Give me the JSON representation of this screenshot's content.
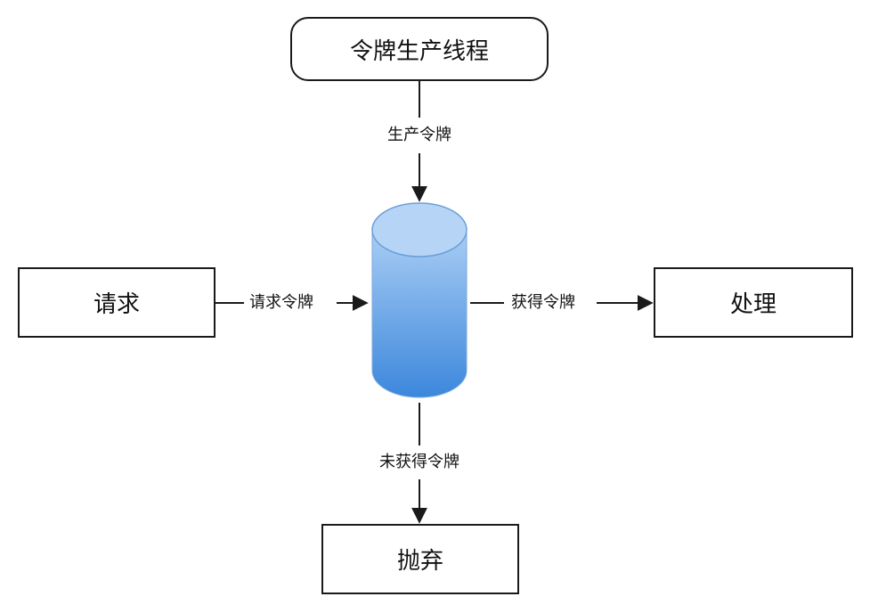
{
  "nodes": {
    "producer": "令牌生产线程",
    "request": "请求",
    "process": "处理",
    "discard": "抛弃"
  },
  "edges": {
    "produce": "生产令牌",
    "request": "请求令牌",
    "acquire": "获得令牌",
    "not_acquire": "未获得令牌"
  },
  "colors": {
    "bucket_top": "#a9cdf4",
    "bucket_bottom": "#3c87dc",
    "stroke": "#1a1a1a"
  }
}
